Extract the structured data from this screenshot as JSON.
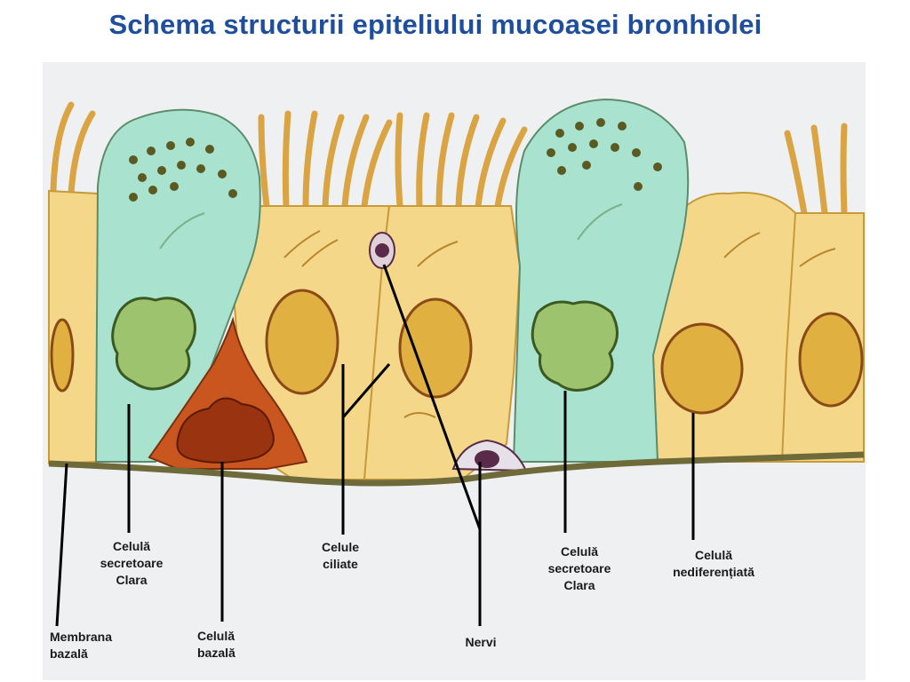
{
  "title": "Schema structurii epiteliului mucoasei bronhiolei",
  "labels": {
    "clara_1": "Celulă\nsecretoare\nClara",
    "ciliate": "Celule\nciliate",
    "clara_2": "Celulă\nsecretoare\nClara",
    "undifferentiated": "Celulă\nnediferențiată",
    "basement_membrane": "Membrana\nbazală",
    "basal_cell": "Celulă\nbazală",
    "nerves": "Nervi"
  },
  "colors": {
    "title": "#1f4e9c",
    "ciliated_cytoplasm": "#f5d78a",
    "clara_cytoplasm": "#a9e3d0",
    "basal_cell": "#c8561e",
    "nucleus": "#e0b040",
    "nucleus_border": "#8a4a18",
    "clara_nucleus": "#9ec36e",
    "membrane": "#6f6a3a",
    "nerve": "#5a2a4a",
    "background": "#eef0f2"
  }
}
